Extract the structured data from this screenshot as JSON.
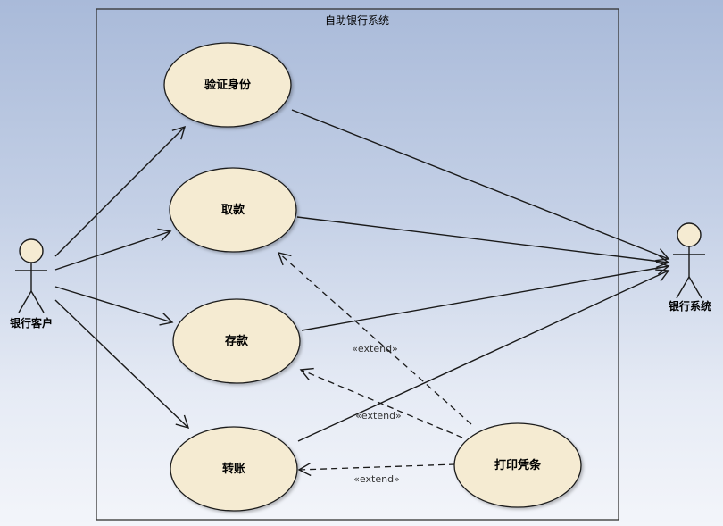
{
  "system": {
    "title": "自助银行系统"
  },
  "actors": {
    "customer": {
      "label": "银行客户"
    },
    "bank": {
      "label": "银行系统"
    }
  },
  "usecases": {
    "verify": {
      "label": "验证身份"
    },
    "withdraw": {
      "label": "取款"
    },
    "deposit": {
      "label": "存款"
    },
    "transfer": {
      "label": "转账"
    },
    "print": {
      "label": "打印凭条"
    }
  },
  "relations": {
    "extend_withdraw": {
      "label": "«extend»"
    },
    "extend_deposit": {
      "label": "«extend»"
    },
    "extend_transfer": {
      "label": "«extend»"
    }
  },
  "colors": {
    "usecase_fill": "#f5ebd2",
    "line": "#1a1a1a",
    "boundary": "#333333"
  }
}
